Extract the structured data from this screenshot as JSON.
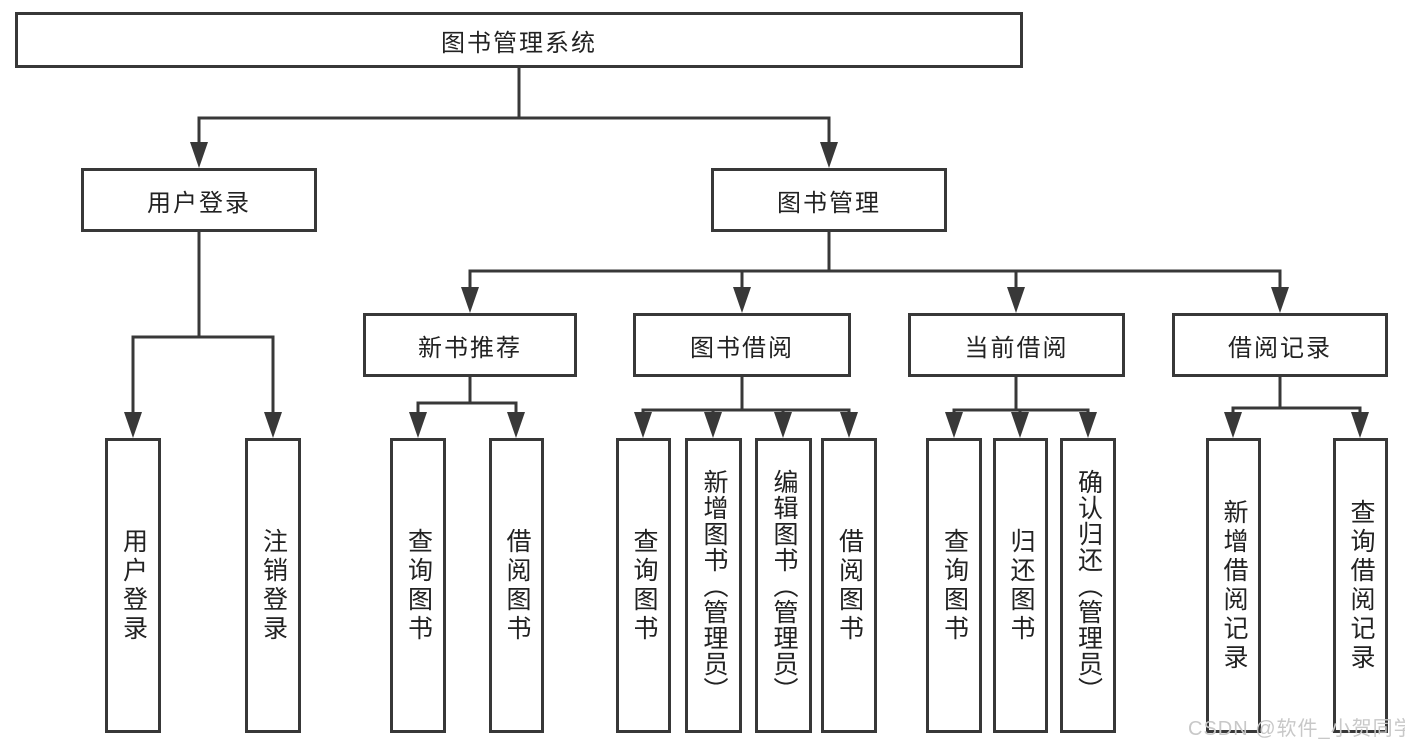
{
  "diagram": {
    "root": {
      "label": "图书管理系统"
    },
    "level2": [
      {
        "label": "用户登录",
        "leaves": [
          "用户登录",
          "注销登录"
        ]
      },
      {
        "label": "图书管理",
        "children": [
          {
            "label": "新书推荐",
            "leaves": [
              "查询图书",
              "借阅图书"
            ]
          },
          {
            "label": "图书借阅",
            "leaves": [
              "查询图书",
              "新增图书（管理员）",
              "编辑图书（管理员）",
              "借阅图书"
            ]
          },
          {
            "label": "当前借阅",
            "leaves": [
              "查询图书",
              "归还图书",
              "确认归还（管理员）"
            ]
          },
          {
            "label": "借阅记录",
            "leaves": [
              "新增借阅记录",
              "查询借阅记录"
            ]
          }
        ]
      }
    ]
  },
  "watermark": {
    "text": "CSDN @软件_小贺同学"
  },
  "colors": {
    "line": "#383838",
    "text": "#222222",
    "box_background": "#ffffff",
    "watermark": "#c8c8c8"
  }
}
